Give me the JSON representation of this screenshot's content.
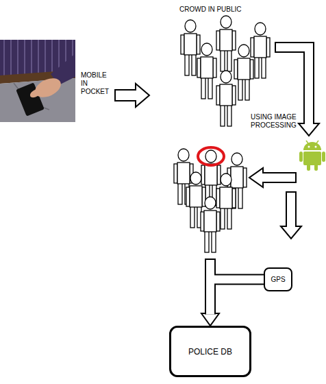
{
  "diagram": {
    "nodes": [
      {
        "text": [
          "GPS"
        ]
      },
      {
        "text": [
          "POLICE DB"
        ]
      }
    ],
    "edges": [
      {
        "from": 0,
        "to": 1,
        "arrow": "to"
      }
    ],
    "labels": [
      "CROWD IN PUBLIC",
      "MOBILE IN POCKET",
      "USING IMAGE PROCESSING"
    ]
  }
}
